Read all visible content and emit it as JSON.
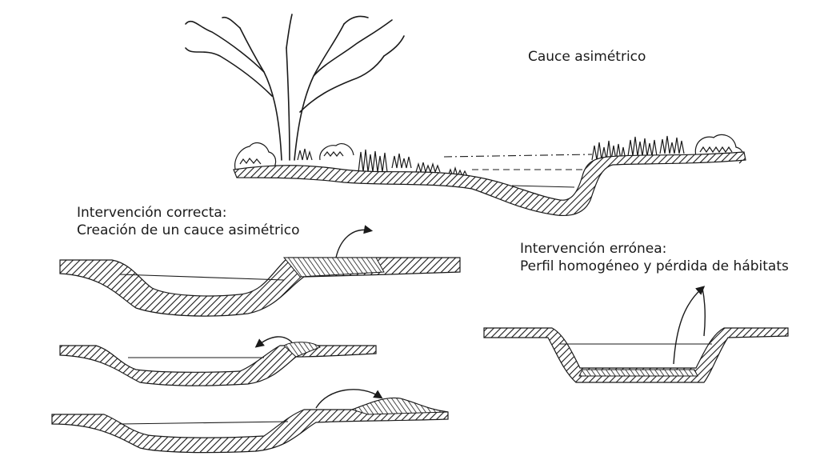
{
  "title": "Cauce asimétrico",
  "correct": {
    "line1": "Intervención correcta:",
    "line2": "Creación de un cauce asimétrico"
  },
  "wrong": {
    "line1": "Intervención errónea:",
    "line2": "Perfil homogéneo y pérdida de hábitats"
  },
  "colors": {
    "ink": "#1a1a1a",
    "paper": "#ffffff"
  }
}
